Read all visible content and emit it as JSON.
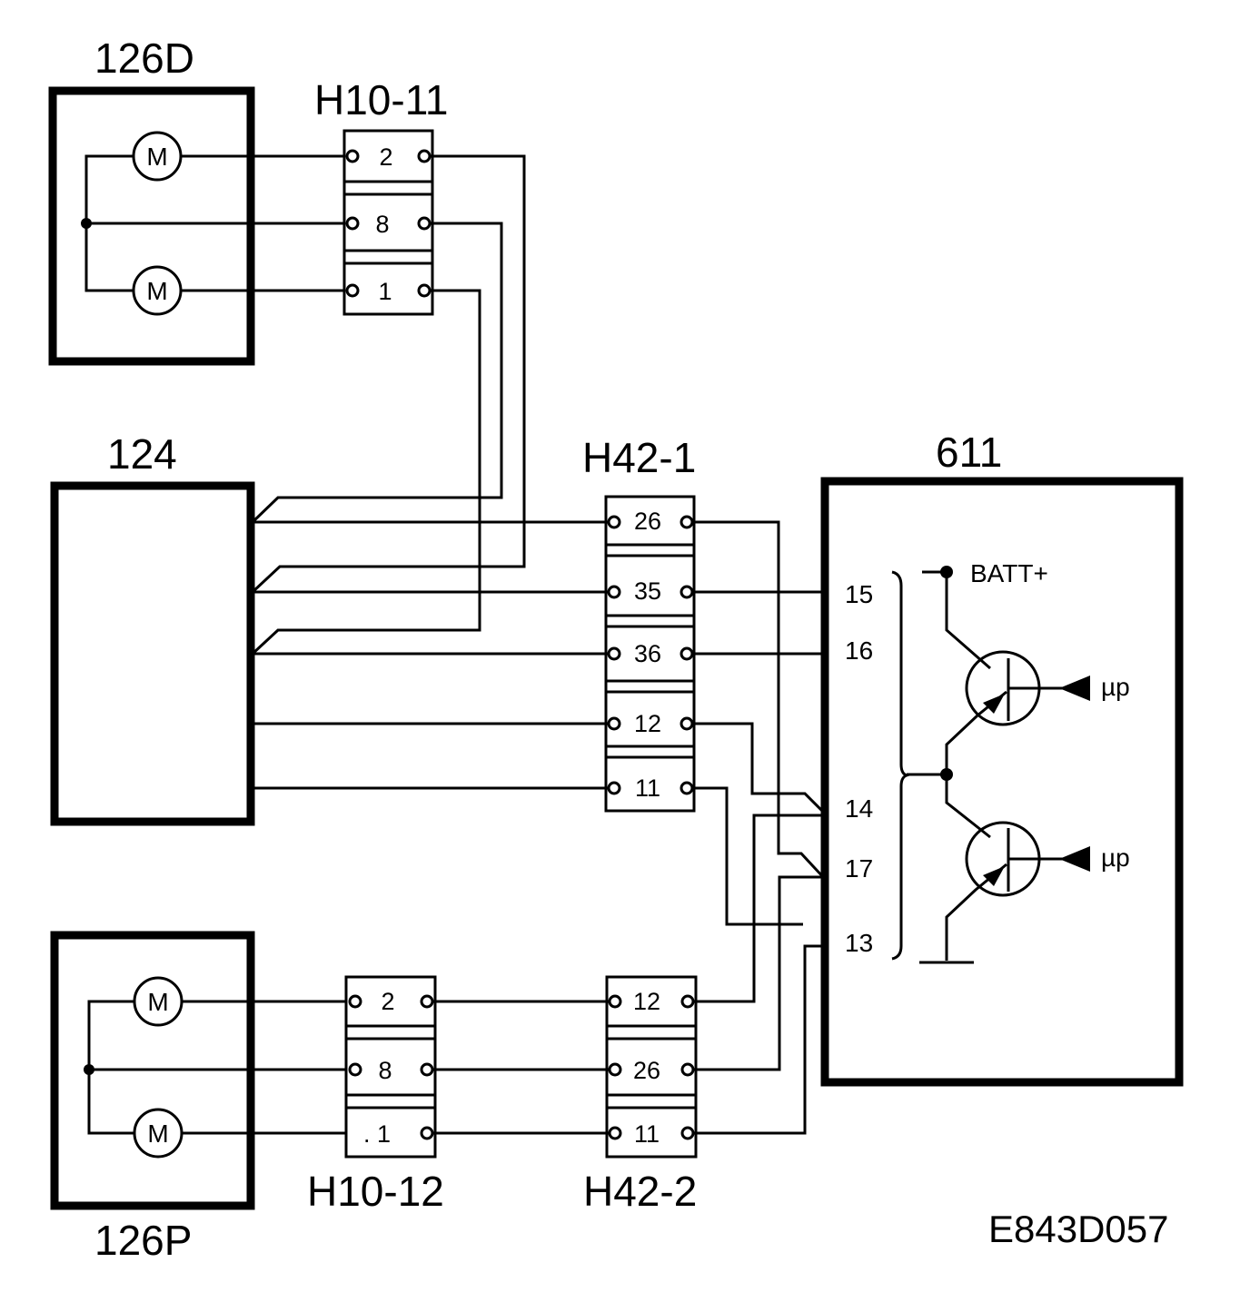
{
  "components": {
    "motor_front": {
      "label": "126D",
      "motor_upper": "M",
      "motor_lower": "M"
    },
    "motor_rear": {
      "label": "126P",
      "motor_upper": "M",
      "motor_lower": "M"
    },
    "module_124": {
      "label": "124"
    },
    "module_611": {
      "label": "611",
      "batt": "BATT+",
      "up_upper": "µp",
      "up_lower": "µp"
    }
  },
  "connectors": {
    "h10_11": {
      "label": "H10-11",
      "pins": [
        "2",
        "8",
        "1"
      ]
    },
    "h10_12": {
      "label": "H10-12",
      "pins": [
        "2",
        "8",
        ". 1"
      ]
    },
    "h42_1": {
      "label": "H42-1",
      "pins": [
        "26",
        "35",
        "36",
        "12",
        "11"
      ]
    },
    "h42_2": {
      "label": "H42-2",
      "pins": [
        "12",
        "26",
        "11"
      ]
    }
  },
  "pins_611": [
    "15",
    "16",
    "14",
    "17",
    "13"
  ],
  "diagram_id": "E843D057"
}
